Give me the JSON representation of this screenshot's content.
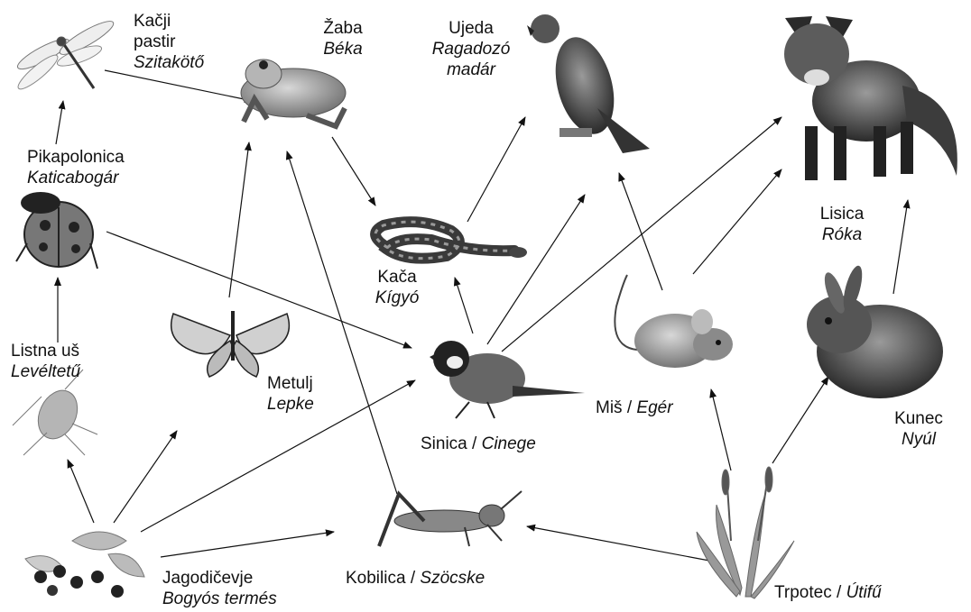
{
  "organisms": {
    "dragonfly": {
      "slo": "Kačji",
      "slo2": "pastir",
      "hun": "Szitakötő",
      "icon": "dragonfly-icon"
    },
    "frog": {
      "slo": "Žaba",
      "hun": "Béka",
      "icon": "frog-icon"
    },
    "hawk": {
      "slo": "Ujeda",
      "hun": "Ragadozó",
      "hun2": "madár",
      "icon": "hawk-icon"
    },
    "fox": {
      "slo": "Lisica",
      "hun": "Róka",
      "icon": "fox-icon"
    },
    "ladybug": {
      "slo": "Pikapolonica",
      "hun": "Katicabogár",
      "icon": "ladybug-icon"
    },
    "snake": {
      "slo": "Kača",
      "hun": "Kígyó",
      "icon": "snake-icon"
    },
    "aphid": {
      "slo": "Listna uš",
      "hun": "Levéltetű",
      "icon": "aphid-icon"
    },
    "butterfly": {
      "slo": "Metulj",
      "hun": "Lepke",
      "icon": "butterfly-icon"
    },
    "tit": {
      "slo": "Sinica",
      "sep": " / ",
      "hun": "Cinege",
      "icon": "bird-icon"
    },
    "mouse": {
      "slo": "Miš",
      "sep": " / ",
      "hun": "Egér",
      "icon": "mouse-icon"
    },
    "rabbit": {
      "slo": "Kunec",
      "hun": "Nyúl",
      "icon": "rabbit-icon"
    },
    "berries": {
      "slo": "Jagodičevje",
      "hun": "Bogyós termés",
      "icon": "berries-icon"
    },
    "grasshopper": {
      "slo": "Kobilica",
      "sep": " / ",
      "hun": "Szöcske",
      "icon": "grasshopper-icon"
    },
    "plantain": {
      "slo": "Trpotec",
      "sep": " / ",
      "hun": "Útifű",
      "icon": "plantain-icon"
    }
  },
  "links": [
    [
      "berries",
      "aphid"
    ],
    [
      "berries",
      "butterfly"
    ],
    [
      "berries",
      "tit"
    ],
    [
      "berries",
      "grasshopper"
    ],
    [
      "aphid",
      "ladybug"
    ],
    [
      "ladybug",
      "dragonfly"
    ],
    [
      "ladybug",
      "tit"
    ],
    [
      "dragonfly",
      "frog"
    ],
    [
      "butterfly",
      "frog"
    ],
    [
      "grasshopper",
      "frog"
    ],
    [
      "frog",
      "snake"
    ],
    [
      "tit",
      "snake"
    ],
    [
      "tit",
      "hawk"
    ],
    [
      "tit",
      "fox"
    ],
    [
      "snake",
      "hawk"
    ],
    [
      "mouse",
      "hawk"
    ],
    [
      "mouse",
      "fox"
    ],
    [
      "rabbit",
      "fox"
    ],
    [
      "plantain",
      "grasshopper"
    ],
    [
      "plantain",
      "mouse"
    ],
    [
      "plantain",
      "rabbit"
    ]
  ]
}
